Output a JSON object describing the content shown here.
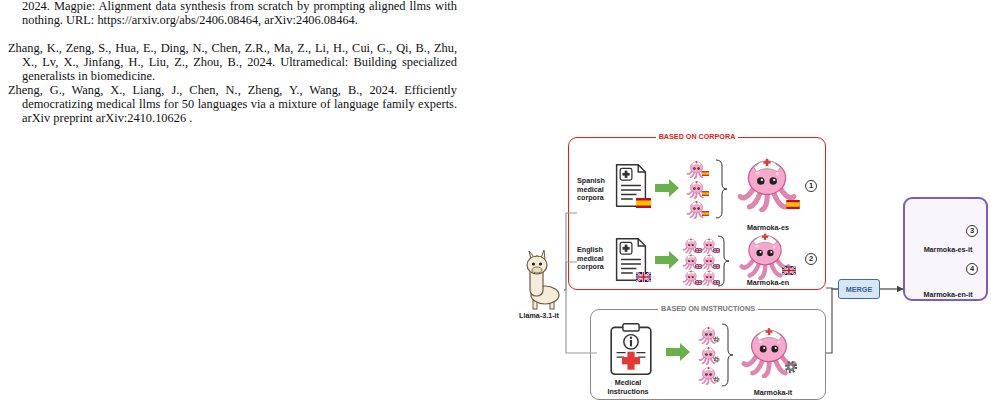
{
  "diagram": {
    "nodes": [
      {
        "text": [
          "Llama-3.1-it"
        ]
      },
      {
        "text": [
          "BASED ON CORPORA"
        ]
      },
      {
        "text": [
          "Spanish medical corpora"
        ],
        "in": 1
      },
      {
        "text": [
          "1",
          "Marmoka-es"
        ],
        "in": 1
      },
      {
        "text": [
          "English medical corpora"
        ],
        "in": 1
      },
      {
        "text": [
          "2",
          "Marmoka-en"
        ],
        "in": 1
      },
      {
        "text": [
          "BASED ON INSTRUCTIONS"
        ]
      },
      {
        "text": [
          "Medical Instructions"
        ],
        "in": 6
      },
      {
        "text": [
          "Marmoka-it"
        ],
        "in": 6
      },
      {
        "text": [
          "MERGE"
        ]
      },
      {
        "text": []
      },
      {
        "text": [
          "3",
          "Marmoka-es-it"
        ],
        "in": 10
      },
      {
        "text": [
          "4",
          "Marmoka-en-it"
        ],
        "in": 10
      }
    ],
    "edges": [
      {
        "from": 0,
        "to": 2,
        "arrow": "none"
      },
      {
        "from": 0,
        "to": 4,
        "arrow": "none"
      },
      {
        "from": 0,
        "to": 7,
        "arrow": "none"
      },
      {
        "from": 1,
        "to": 9,
        "arrow": "none"
      },
      {
        "from": 6,
        "to": 9,
        "arrow": "none"
      },
      {
        "from": 9,
        "to": 10,
        "arrow": "to"
      }
    ],
    "labels": [
      "2024. Magpie: Alignment data synthesis from scratch by prompting aligned llms with nothing. URL: https://arxiv.org/abs/2406.08464, arXiv:2406.08464.",
      "Zhang, K., Zeng, S., Hua, E., Ding, N., Chen, Z.R., Ma, Z., Li, H., Cui, G., Qi, B., Zhu, X., Lv, X., Jinfang, H., Liu, Z., Zhou, B., 2024. Ultramedical: Building specialized generalists in biomedicine.",
      "Zheng, G., Wang, X., Liang, J., Chen, N., Zheng, Y., Wang, B., 2024. Efficiently democratizing medical llms for 50 languages via a mixture of language family experts. arXiv preprint arXiv:2410.10626 ."
    ]
  }
}
